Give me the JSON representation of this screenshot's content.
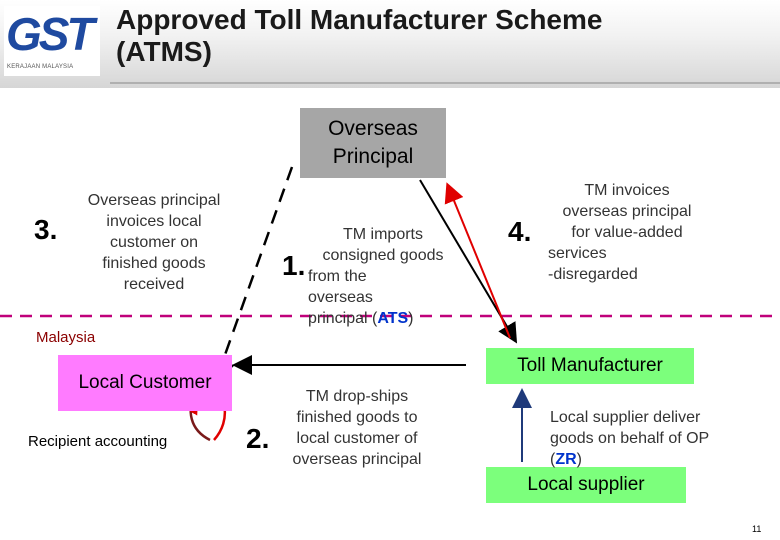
{
  "header": {
    "logo_text": "GST",
    "logo_tagline": "KERAJAAN MALAYSIA",
    "title_line1": "Approved Toll Manufacturer Scheme",
    "title_line2": "(ATMS)"
  },
  "boxes": {
    "overseas_principal": "Overseas Principal",
    "local_customer": "Local Customer",
    "toll_manufacturer": "Toll Manufacturer",
    "local_supplier": "Local supplier"
  },
  "labels": {
    "malaysia": "Malaysia",
    "recipient_accounting": "Recipient accounting"
  },
  "steps": {
    "s1": {
      "number": "1.",
      "lines": [
        "TM imports",
        "consigned goods",
        "from the",
        "overseas"
      ],
      "last_prefix": "principal (",
      "last_highlight": "ATS",
      "last_suffix": ")"
    },
    "s2": {
      "number": "2.",
      "lines": [
        "TM drop-ships",
        "finished goods to",
        "local customer of",
        "overseas principal"
      ]
    },
    "s3": {
      "number": "3.",
      "lines": [
        "Overseas principal",
        "invoices local",
        "customer on",
        "finished   goods",
        "received"
      ]
    },
    "s4": {
      "number": "4.",
      "lines": [
        "TM invoices",
        "overseas principal",
        "for value-added",
        "services",
        "-disregarded"
      ]
    },
    "supplier_note": {
      "lines": [
        "Local supplier deliver",
        "goods on behalf of OP"
      ],
      "last_prefix": "(",
      "last_highlight": "ZR",
      "last_suffix": ")"
    }
  },
  "colors": {
    "overseas_box": "#a6a6a6",
    "local_customer_box": "#ff7bff",
    "green_box": "#7cff7c",
    "border_dash": "#c0007a",
    "arrow_red": "#e00000",
    "arrow_navy": "#1f3a7a",
    "highlight_blue": "#0033cc"
  },
  "footer": {
    "page_number": "11"
  }
}
